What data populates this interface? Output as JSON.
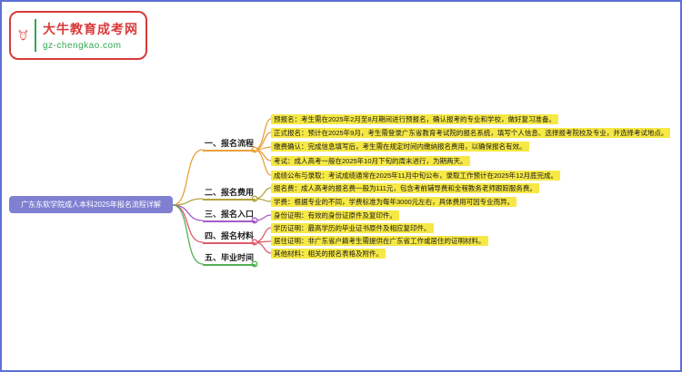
{
  "site": {
    "logo_title": "大牛教育成考网",
    "logo_domain": "gz-chengkao.com"
  },
  "theme": {
    "page_border": "#5F6FD6",
    "logo_red": "#D93A3A",
    "logo_green": "#2FA84F",
    "root_bg": "#7F80D2",
    "leaf_highlight": "#F6E845"
  },
  "mindmap": {
    "root": "广东东软学院成人本科2025年报名流程详解",
    "branches": [
      {
        "label": "一、报名流程",
        "color": "#E8A13C",
        "children": [
          "预报名：考生需在2025年2月至8月期间进行预报名，确认报考的专业和学校，做好复习准备。",
          "正式报名：预计在2025年9月，考生需登录广东省教育考试院的报名系统，填写个人信息、选择报考院校及专业，并选择考试地点。",
          "缴费确认：完成信息填写后，考生需在规定时间内缴纳报名费用，以确保报名有效。",
          "考试：成人高考一般在2025年10月下旬的周末进行，为期两天。",
          "成绩公布与录取：考试成绩通常在2025年11月中旬公布，录取工作预计在2025年12月底完成。"
        ]
      },
      {
        "label": "二、报名费用",
        "color": "#B3A43B",
        "children": [
          "报名费：成人高考的报名费一般为111元，包含考前辅导费和全程教务老师跟踪服务费。",
          "学费：根据专业的不同，学费标准为每年3000元左右，具体费用可因专业而异。"
        ]
      },
      {
        "label": "三、报名入口",
        "color": "#A45CC8",
        "children": [
          "身份证明：有效的身份证原件及复印件。"
        ]
      },
      {
        "label": "四、报名材料",
        "color": "#DE5B6D",
        "children": [
          "学历证明：最高学历的毕业证书原件及相应复印件。",
          "居住证明：非广东省户籍考生需提供在广东省工作或居住的证明材料。",
          "其他材料：相关的报名表格及附件。"
        ]
      },
      {
        "label": "五、毕业时间",
        "color": "#53B156",
        "children": []
      }
    ]
  }
}
